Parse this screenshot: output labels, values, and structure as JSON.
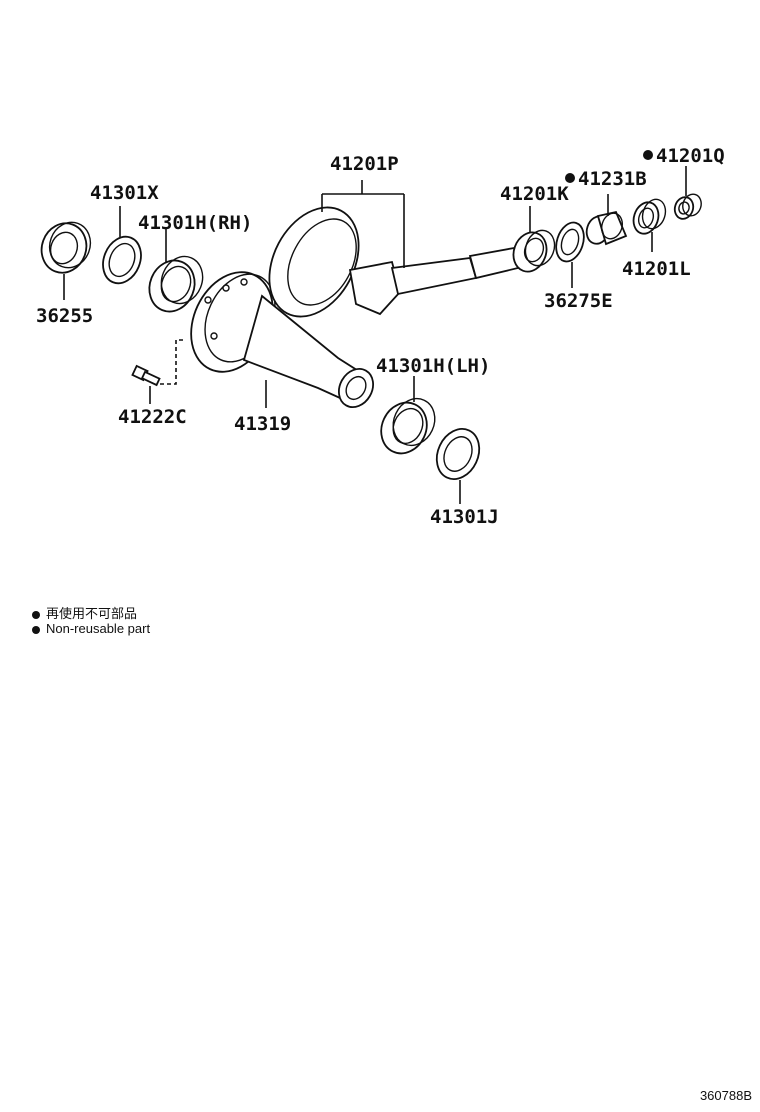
{
  "parts": {
    "p41201P": "41201P",
    "p41301X": "41301X",
    "p41301H_RH": "41301H(RH)",
    "p41201K": "41201K",
    "p41231B": "41231B",
    "p41201Q": "41201Q",
    "p36255": "36255",
    "p36275E": "36275E",
    "p41201L": "41201L",
    "p41301H_LH": "41301H(LH)",
    "p41222C": "41222C",
    "p41319": "41319",
    "p41301J": "41301J"
  },
  "legend": {
    "line_ja": "再使用不可部品",
    "line_en": "Non-reusable part"
  },
  "figure_code": "360788B"
}
